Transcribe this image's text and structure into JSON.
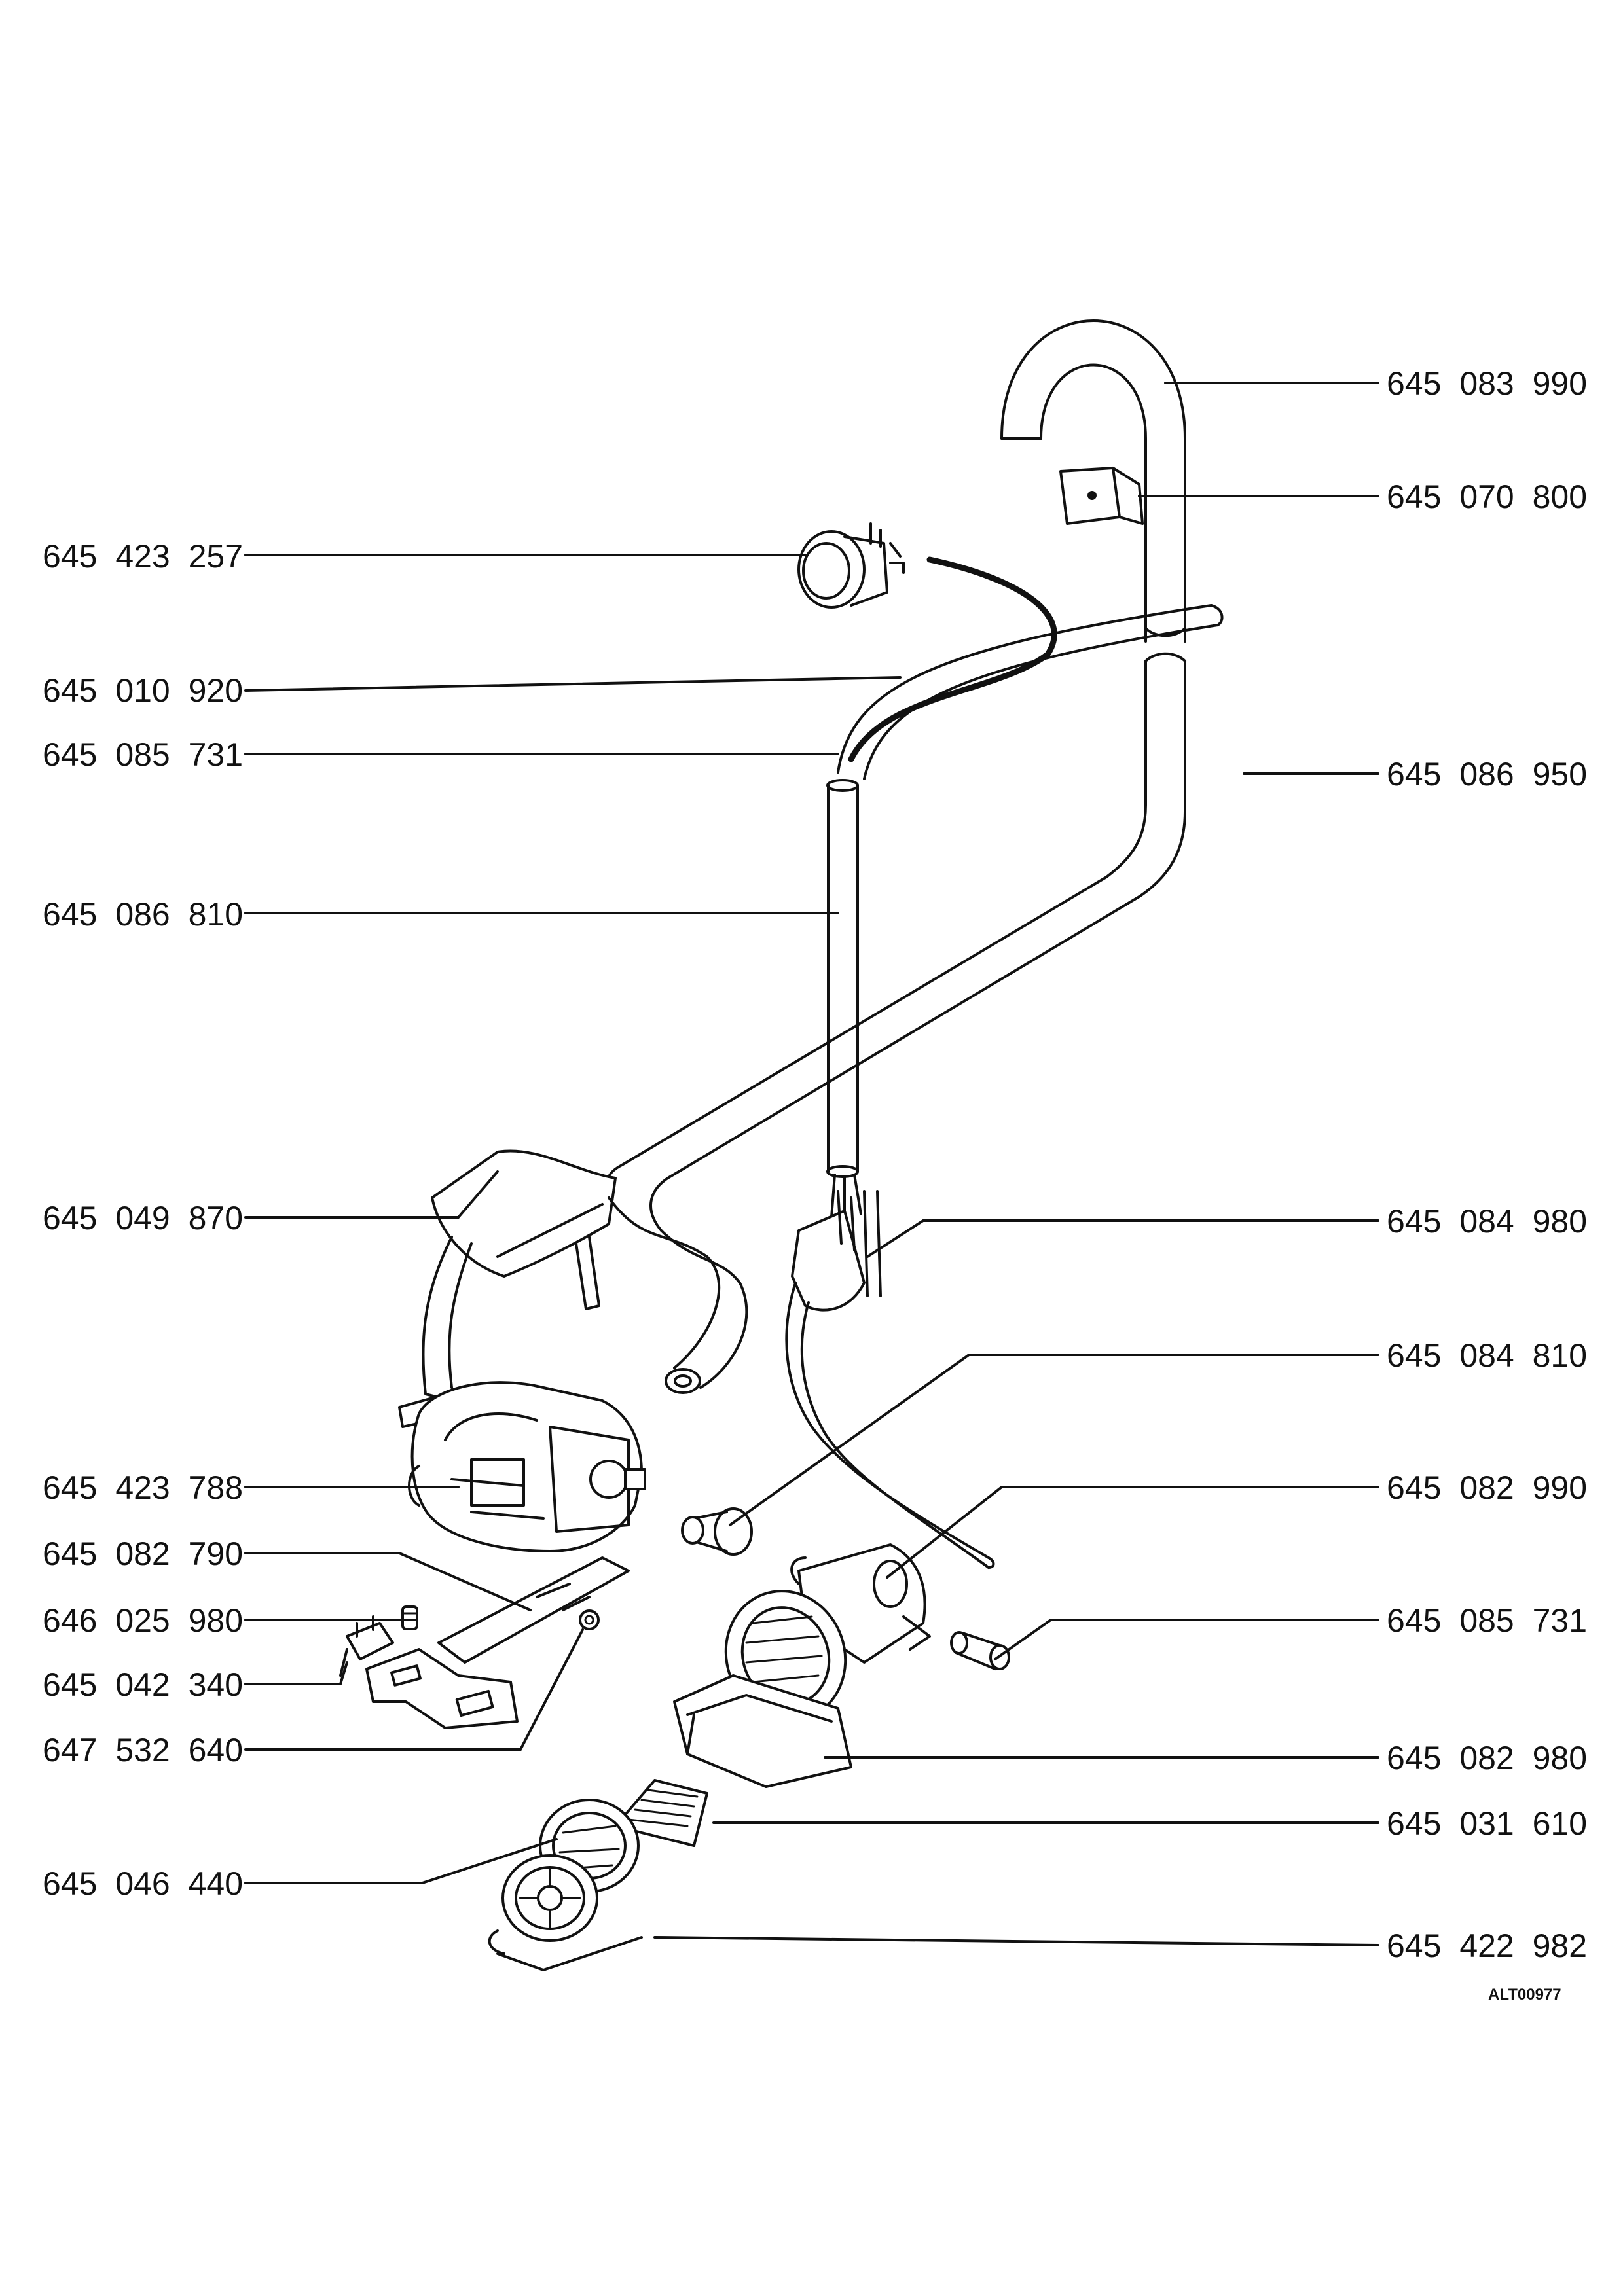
{
  "parts_left": [
    {
      "code": "645 423 257"
    },
    {
      "code": "645 010 920"
    },
    {
      "code": "645 085 731"
    },
    {
      "code": "645 086 810"
    },
    {
      "code": "645 049 870"
    },
    {
      "code": "645 423 788"
    },
    {
      "code": "645 082 790"
    },
    {
      "code": "646 025 980"
    },
    {
      "code": "645 042 340"
    },
    {
      "code": "647 532 640"
    },
    {
      "code": "645 046 440"
    }
  ],
  "parts_right": [
    {
      "code": "645 083 990"
    },
    {
      "code": "645 070 800"
    },
    {
      "code": "645 086 950"
    },
    {
      "code": "645 084 980"
    },
    {
      "code": "645 084 810"
    },
    {
      "code": "645 082 990"
    },
    {
      "code": "645 085 731"
    },
    {
      "code": "645 082 980"
    },
    {
      "code": "645 031 610"
    },
    {
      "code": "645 422 982"
    }
  ],
  "reference_code": "ALT00977"
}
